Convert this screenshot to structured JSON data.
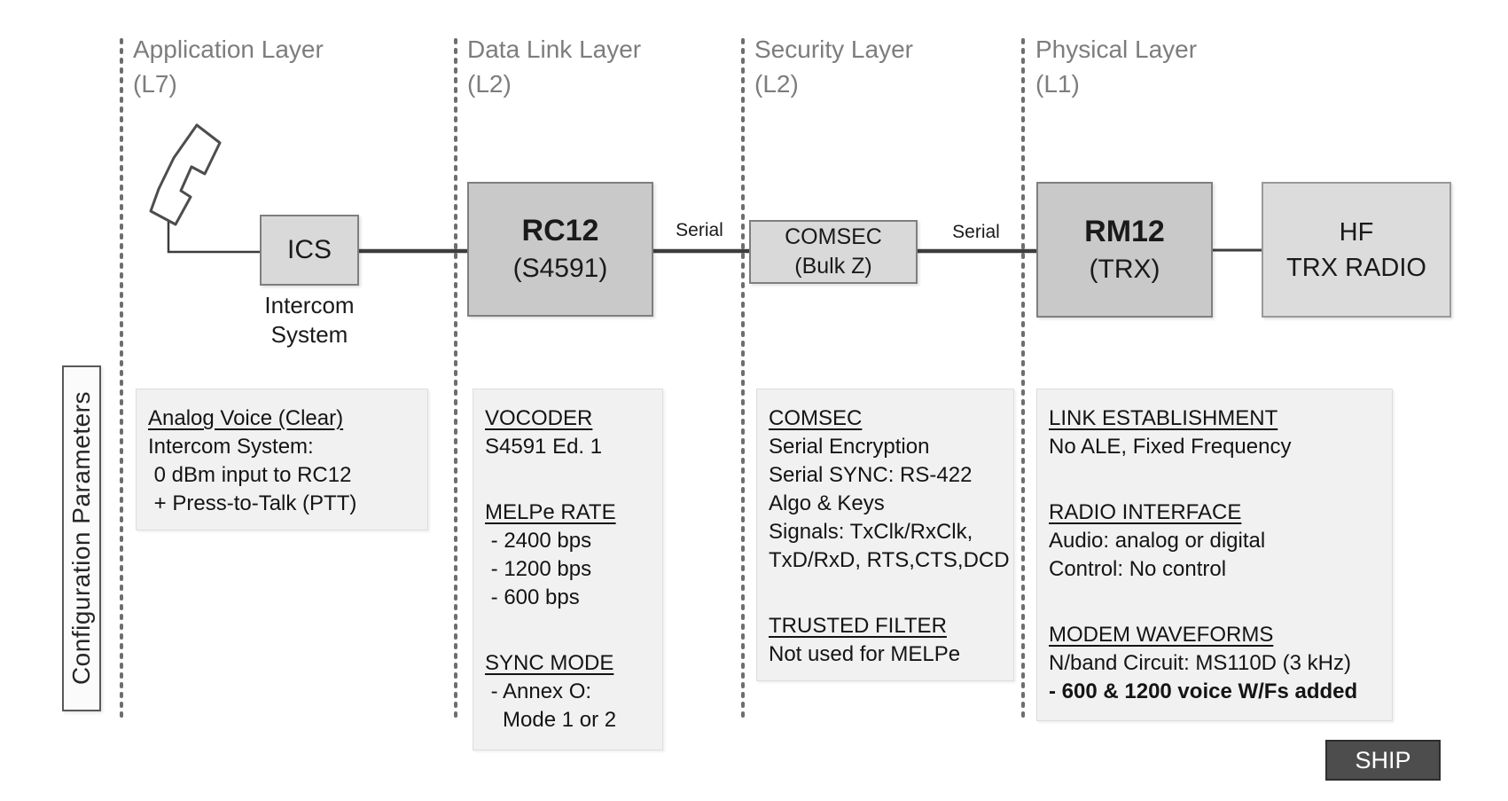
{
  "layers": [
    {
      "title": "Application Layer",
      "code": "(L7)"
    },
    {
      "title": "Data Link Layer",
      "code": "(L2)"
    },
    {
      "title": "Security Layer",
      "code": "(L2)"
    },
    {
      "title": "Physical Layer",
      "code": "(L1)"
    }
  ],
  "nodes": {
    "ics": {
      "label": "ICS",
      "caption1": "Intercom",
      "caption2": "System"
    },
    "rc12": {
      "title": "RC12",
      "subtitle": "(S4591)"
    },
    "comsec": {
      "line1": "COMSEC",
      "line2": "(Bulk Z)"
    },
    "rm12": {
      "title": "RM12",
      "subtitle": "(TRX)"
    },
    "hf": {
      "line1": "HF",
      "line2": "TRX RADIO"
    }
  },
  "connections": {
    "serial_left": "Serial",
    "serial_right": "Serial"
  },
  "sidebar": {
    "label": "Configuration Parameters"
  },
  "ship": {
    "label": "SHIP"
  },
  "colors": {
    "node_dark_fill": "#c9c9c9",
    "node_mid_fill": "#d9d9d9",
    "node_light_fill": "#dcdcdc",
    "panel_fill": "#f1f1f1",
    "ship_fill": "#4d4d4d",
    "header_text": "#7d7d7d",
    "line": "#3d3d3d"
  },
  "panels": [
    {
      "name": "application-parameters",
      "lines": [
        {
          "style": "heading",
          "text": "Analog Voice (Clear)"
        },
        {
          "style": "normal",
          "text": "Intercom System:"
        },
        {
          "style": "normal",
          "text": " 0 dBm input to RC12"
        },
        {
          "style": "normal",
          "text": " + Press-to-Talk (PTT)"
        }
      ]
    },
    {
      "name": "datalink-parameters",
      "lines": [
        {
          "style": "heading",
          "text": "VOCODER"
        },
        {
          "style": "normal",
          "text": "S4591 Ed. 1"
        },
        {
          "style": "spacer",
          "text": ""
        },
        {
          "style": "heading",
          "text": "MELPe RATE"
        },
        {
          "style": "normal",
          "text": " - 2400 bps"
        },
        {
          "style": "normal",
          "text": " - 1200 bps"
        },
        {
          "style": "normal",
          "text": " - 600 bps"
        },
        {
          "style": "spacer",
          "text": ""
        },
        {
          "style": "heading",
          "text": "SYNC MODE"
        },
        {
          "style": "normal",
          "text": " - Annex O:"
        },
        {
          "style": "normal",
          "text": "   Mode 1 or 2"
        }
      ]
    },
    {
      "name": "security-parameters",
      "lines": [
        {
          "style": "heading",
          "text": "COMSEC"
        },
        {
          "style": "normal",
          "text": "Serial Encryption"
        },
        {
          "style": "normal",
          "text": "Serial SYNC: RS-422"
        },
        {
          "style": "normal",
          "text": "Algo & Keys"
        },
        {
          "style": "normal",
          "text": "Signals: TxClk/RxClk,"
        },
        {
          "style": "normal",
          "text": "TxD/RxD, RTS,CTS,DCD"
        },
        {
          "style": "spacer",
          "text": ""
        },
        {
          "style": "heading",
          "text": "TRUSTED FILTER"
        },
        {
          "style": "normal",
          "text": "Not used for MELPe"
        }
      ]
    },
    {
      "name": "physical-parameters",
      "lines": [
        {
          "style": "heading",
          "text": "LINK ESTABLISHMENT"
        },
        {
          "style": "normal",
          "text": "No ALE, Fixed Frequency"
        },
        {
          "style": "spacer",
          "text": ""
        },
        {
          "style": "heading",
          "text": "RADIO INTERFACE"
        },
        {
          "style": "normal",
          "text": "Audio: analog or digital"
        },
        {
          "style": "normal",
          "text": "Control: No control"
        },
        {
          "style": "spacer",
          "text": ""
        },
        {
          "style": "heading",
          "text": "MODEM WAVEFORMS"
        },
        {
          "style": "normal",
          "text": "N/band Circuit: MS110D (3 kHz)"
        },
        {
          "style": "bold",
          "text": "- 600 & 1200 voice W/Fs added"
        }
      ]
    }
  ]
}
